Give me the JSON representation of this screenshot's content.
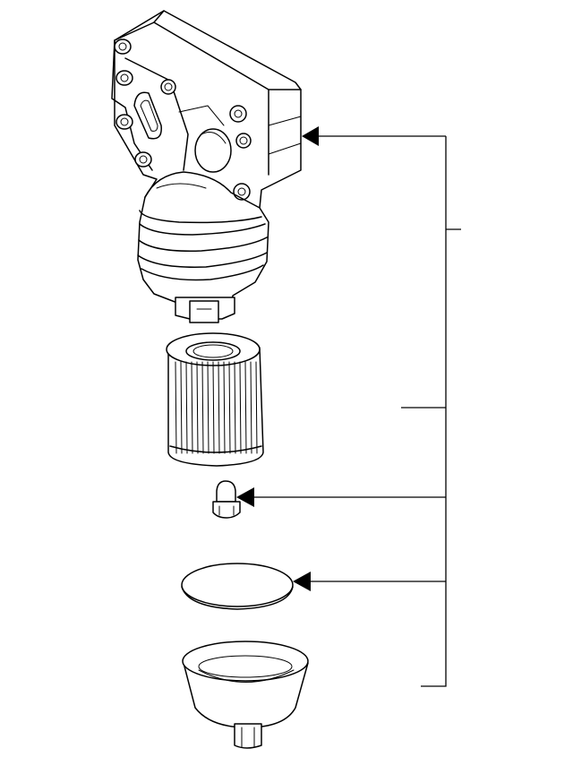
{
  "diagram": {
    "type": "exploded-parts-view",
    "parts": [
      {
        "id": "housing",
        "icon": "oil-filter-housing-icon"
      },
      {
        "id": "filter-element",
        "icon": "filter-element-icon"
      },
      {
        "id": "drain-plug",
        "icon": "drain-plug-icon"
      },
      {
        "id": "o-ring-seal",
        "icon": "seal-ring-icon"
      },
      {
        "id": "filter-cap",
        "icon": "filter-cap-icon"
      }
    ],
    "callout_color": "#000000",
    "line_color": "#000000",
    "background": "#ffffff"
  }
}
